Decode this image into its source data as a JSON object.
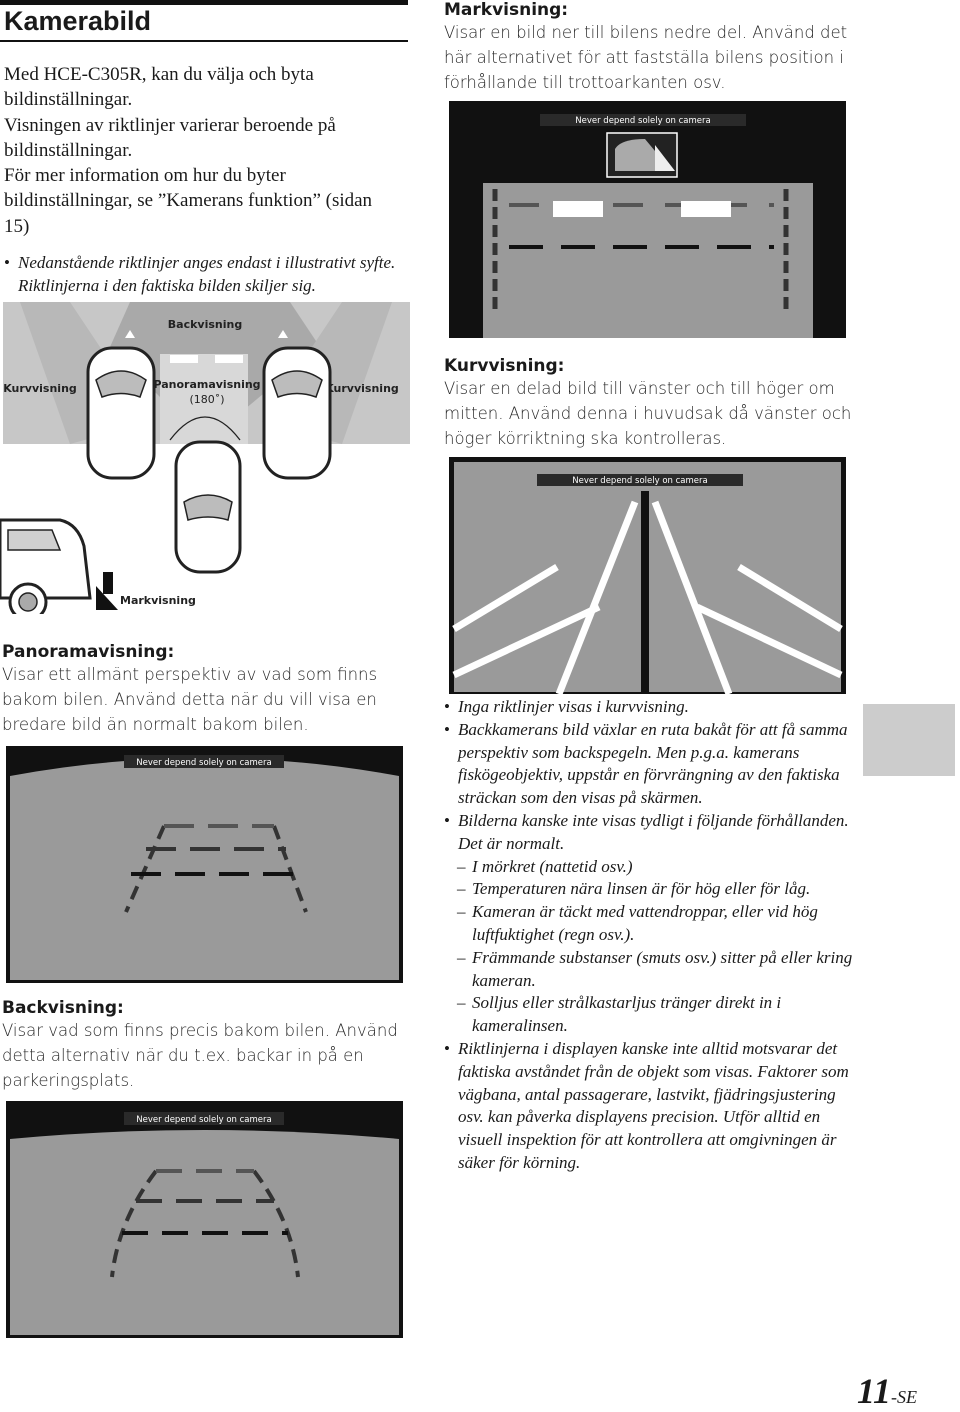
{
  "title": "Kamerabild",
  "intro": {
    "paragraph": [
      "Med HCE-C305R, kan du välja och byta bildinställningar.",
      "Visningen av riktlinjer varierar beroende på bildinställningar.",
      "För mer information om hur du byter bildinställningar, se ”Kamerans funktion” (sidan 15)"
    ],
    "note": "Nedanstående riktlinjer anges endast i illustrativt syfte. Riktlinjerna i den faktiska bilden skiljer sig."
  },
  "diagram": {
    "label_backvisning": "Backvisning",
    "label_kurv_left": "Kurvvisning",
    "label_kurv_right": "Kurvvisning",
    "label_panorama": "Panoramavisning",
    "label_panorama_angle": "(180˚)",
    "label_markvisning": "Markvisning"
  },
  "sections": {
    "panorama": {
      "heading": "Panoramavisning:",
      "text": "Visar ett allmänt perspektiv av vad som finns bakom bilen. Använd detta när du vill visa en bredare bild än normalt bakom bilen."
    },
    "back": {
      "heading": "Backvisning:",
      "text": "Visar vad som finns precis bakom bilen. Använd detta alternativ när du t.ex. backar in på en parkeringsplats."
    },
    "mark": {
      "heading": "Markvisning:",
      "text": "Visar en bild ner till bilens nedre del. Använd det här alternativet för att fastställa bilens position i förhållande till trottoarkanten osv."
    },
    "kurv": {
      "heading": "Kurvvisning:",
      "text": "Visar en delad bild till vänster och till höger om mitten. Använd denna i huvudsak då vänster och höger körriktning ska kontrolleras."
    }
  },
  "camera_warning": "Never depend solely on camera",
  "notes": {
    "b1": "Inga riktlinjer visas i kurvvisning.",
    "b2": "Backkamerans bild växlar en ruta bakåt för att få samma perspektiv som backspegeln. Men p.g.a. kamerans fiskögeobjektiv, uppstår en förvrängning av den faktiska sträckan som den visas på skärmen.",
    "b3": "Bilderna kanske inte visas tydligt i följande förhållanden. Det är normalt.",
    "dashes": [
      "I mörkret (nattetid osv.)",
      "Temperaturen nära linsen är för hög eller för låg.",
      "Kameran är täckt med vattendroppar, eller vid hög luftfuktighet (regn osv.).",
      "Främmande substanser (smuts osv.) sitter på eller kring kameran.",
      "Solljus eller strålkastarljus tränger direkt in i kameralinsen."
    ],
    "b4": "Riktlinjerna i displayen kanske inte alltid motsvarar det faktiska avståndet från de objekt som visas. Faktorer som vägbana, antal passagerare, lastvikt, fjädringsjustering osv. kan påverka displayens precision. Utför alltid en visuell inspektion för att kontrollera att omgivningen är säker för körning."
  },
  "page_number": {
    "num": "11",
    "suffix": "-SE"
  },
  "colors": {
    "screen_bg": "#111111",
    "screen_gray": "#9a9a9a",
    "tab": "#cccccc",
    "guide_red": "#2a2a2a"
  }
}
